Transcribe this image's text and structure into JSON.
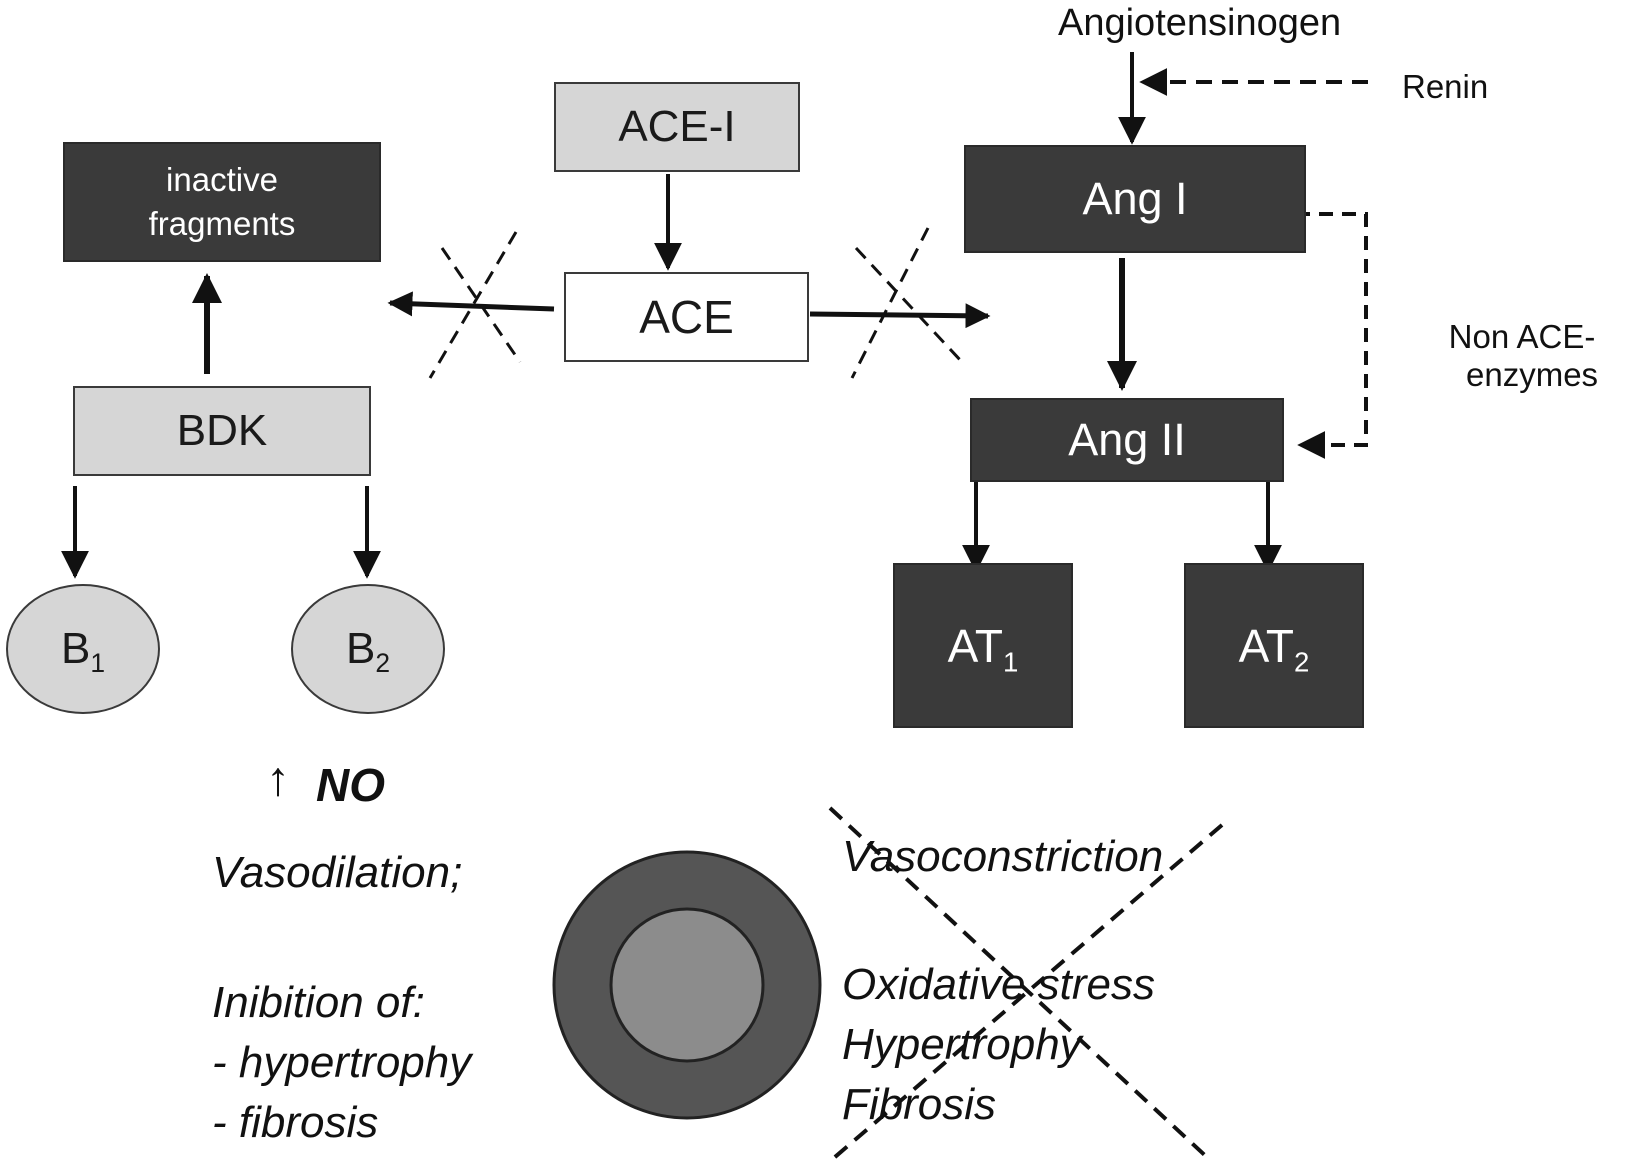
{
  "nodes": {
    "angiotensinogen": "Angiotensinogen",
    "renin": "Renin",
    "ace_i": "ACE-I",
    "inactive_fragments_line1": "inactive",
    "inactive_fragments_line2": "fragments",
    "ace": "ACE",
    "ang_i": "Ang I",
    "non_ace_line1": "Non ACE-",
    "non_ace_line2": "enzymes",
    "bdk": "BDK",
    "ang_ii": "Ang II",
    "b1_main": "B",
    "b1_sub": "1",
    "b2_main": "B",
    "b2_sub": "2",
    "at1_main": "AT",
    "at1_sub": "1",
    "at2_main": "AT",
    "at2_sub": "2"
  },
  "effects": {
    "no_arrow": "↑",
    "no_label": "NO",
    "vasodilation": "Vasodilation;",
    "inhibition_of": "Inibition of:",
    "hypertrophy": "- hypertrophy",
    "fibrosis": "- fibrosis",
    "vasoconstriction": "Vasoconstriction",
    "oxidative_stress": "Oxidative stress",
    "hypertrophy_right": "Hypertrophy",
    "fibrosis_right": "Fibrosis"
  },
  "colors": {
    "dark_box": "#3a3a3a",
    "light_box": "#d6d6d6",
    "vessel_outer": "#555555",
    "vessel_inner": "#8c8c8c"
  }
}
